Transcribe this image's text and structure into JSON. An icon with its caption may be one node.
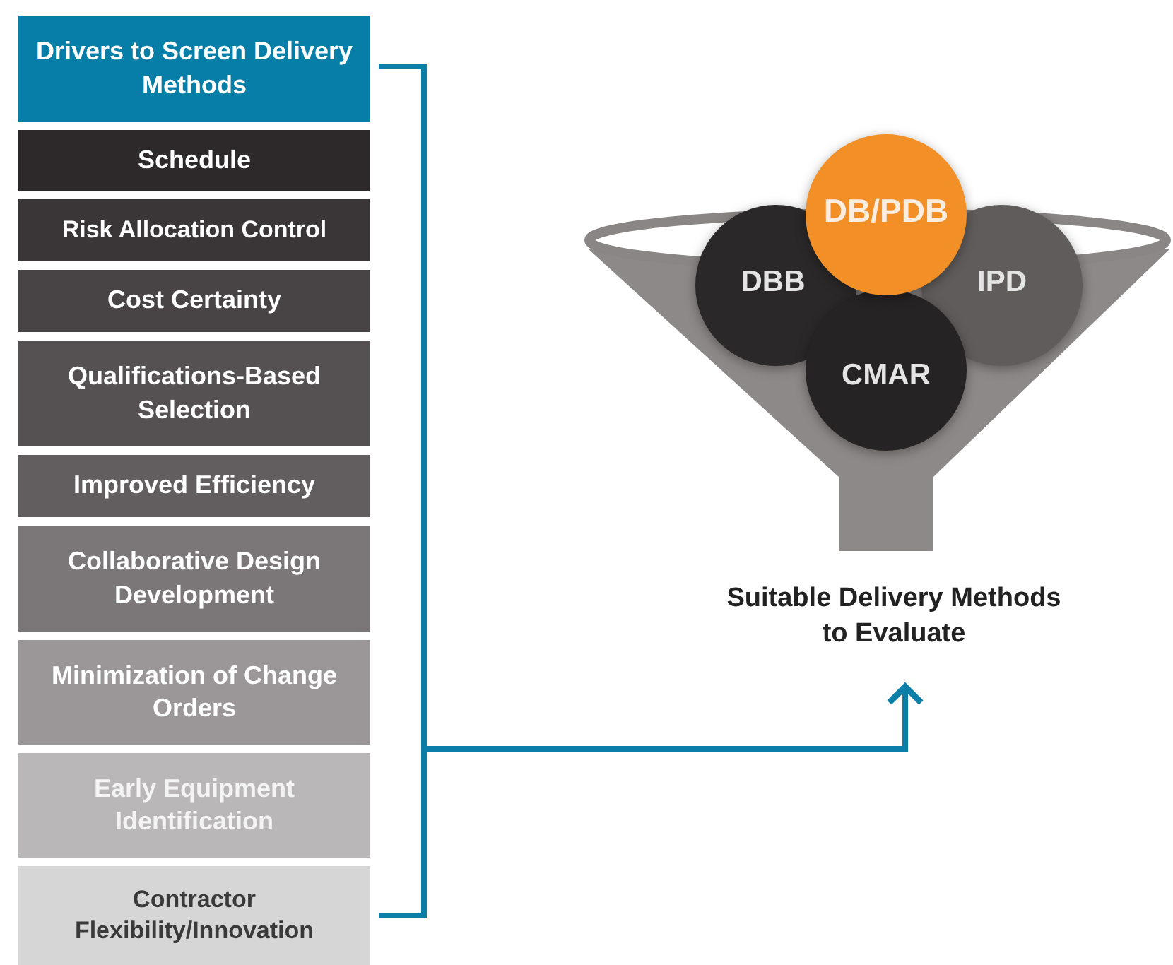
{
  "diagram": {
    "nodes": [
      {
        "text": [
          "Drivers to Screen Delivery Methods"
        ]
      },
      {
        "text": [
          "Schedule"
        ]
      },
      {
        "text": [
          "Risk Allocation Control"
        ]
      },
      {
        "text": [
          "Cost Certainty"
        ]
      },
      {
        "text": [
          "Qualifications-Based Selection"
        ]
      },
      {
        "text": [
          "Improved Efficiency"
        ]
      },
      {
        "text": [
          "Collaborative Design Development"
        ]
      },
      {
        "text": [
          "Minimization of Change Orders"
        ]
      },
      {
        "text": [
          "Early Equipment Identification"
        ]
      },
      {
        "text": [
          "Contractor Flexibility/Innovation"
        ]
      },
      {
        "text": [
          "DB/PDB"
        ]
      },
      {
        "text": [
          "DBB"
        ]
      },
      {
        "text": [
          "IPD"
        ]
      },
      {
        "text": [
          "CMAR"
        ]
      },
      {
        "text": [
          "Suitable Delivery Methods to Evaluate"
        ]
      }
    ],
    "edges": [
      {
        "from": 0,
        "to": 14,
        "arrow": "to"
      },
      {
        "from": 9,
        "to": 14,
        "arrow": "to"
      }
    ]
  }
}
